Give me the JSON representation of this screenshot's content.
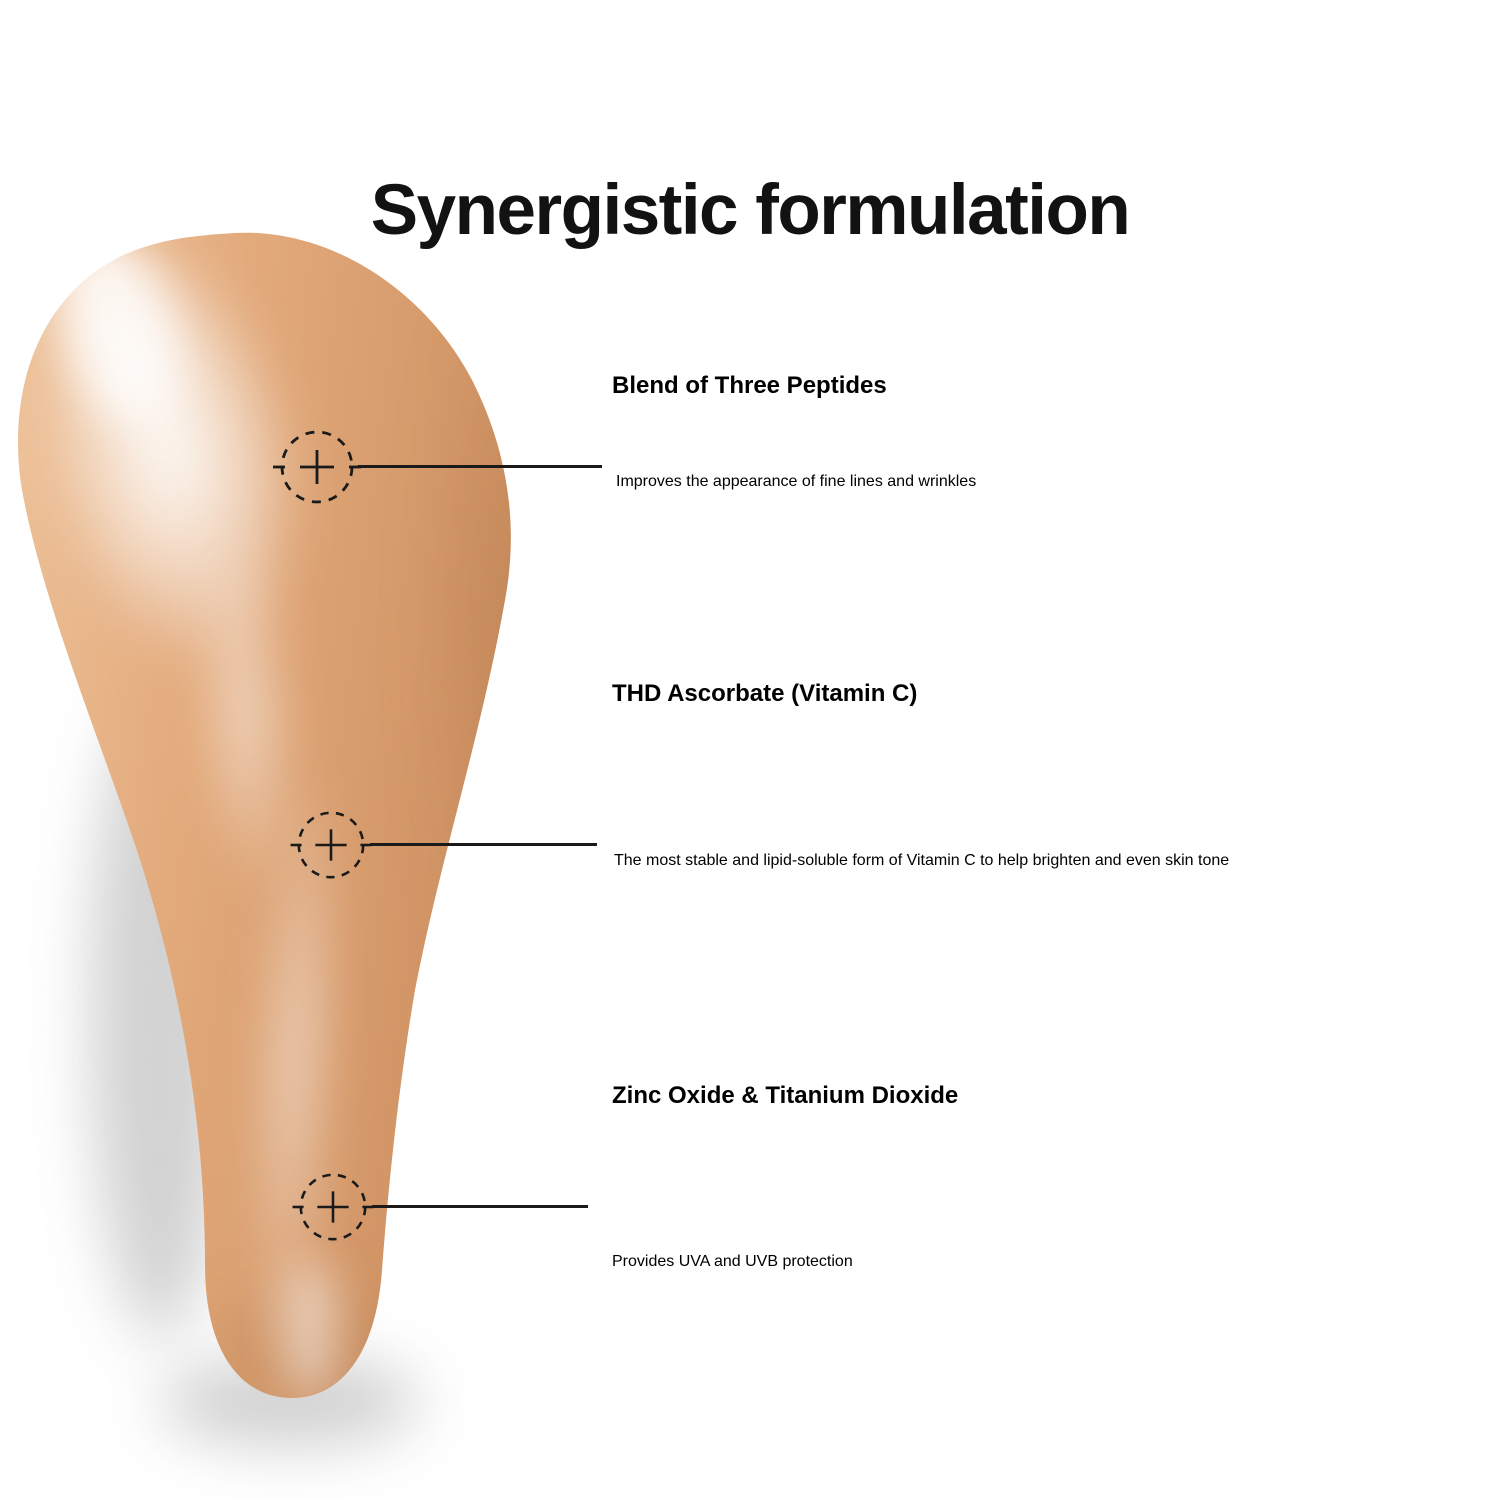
{
  "title": "Synergistic formulation",
  "swatch": {
    "base_color": "#e2a97a",
    "highlight_color": "#ffffff",
    "edge_color": "#c8895a"
  },
  "marker_color": "#1a1a1a",
  "callouts": [
    {
      "heading": "Blend of Three Peptides",
      "body": "Improves the appearance of fine lines and wrinkles"
    },
    {
      "heading": "THD Ascorbate (Vitamin C)",
      "body": "The most stable and lipid-soluble form of Vitamin C to help brighten and even skin tone"
    },
    {
      "heading": "Zinc Oxide & Titanium Dioxide",
      "body": "Provides UVA and UVB protection"
    }
  ],
  "text_colors": {
    "title": "#121212",
    "heading": "#1c1c1e",
    "body": "#3a3a3c"
  }
}
